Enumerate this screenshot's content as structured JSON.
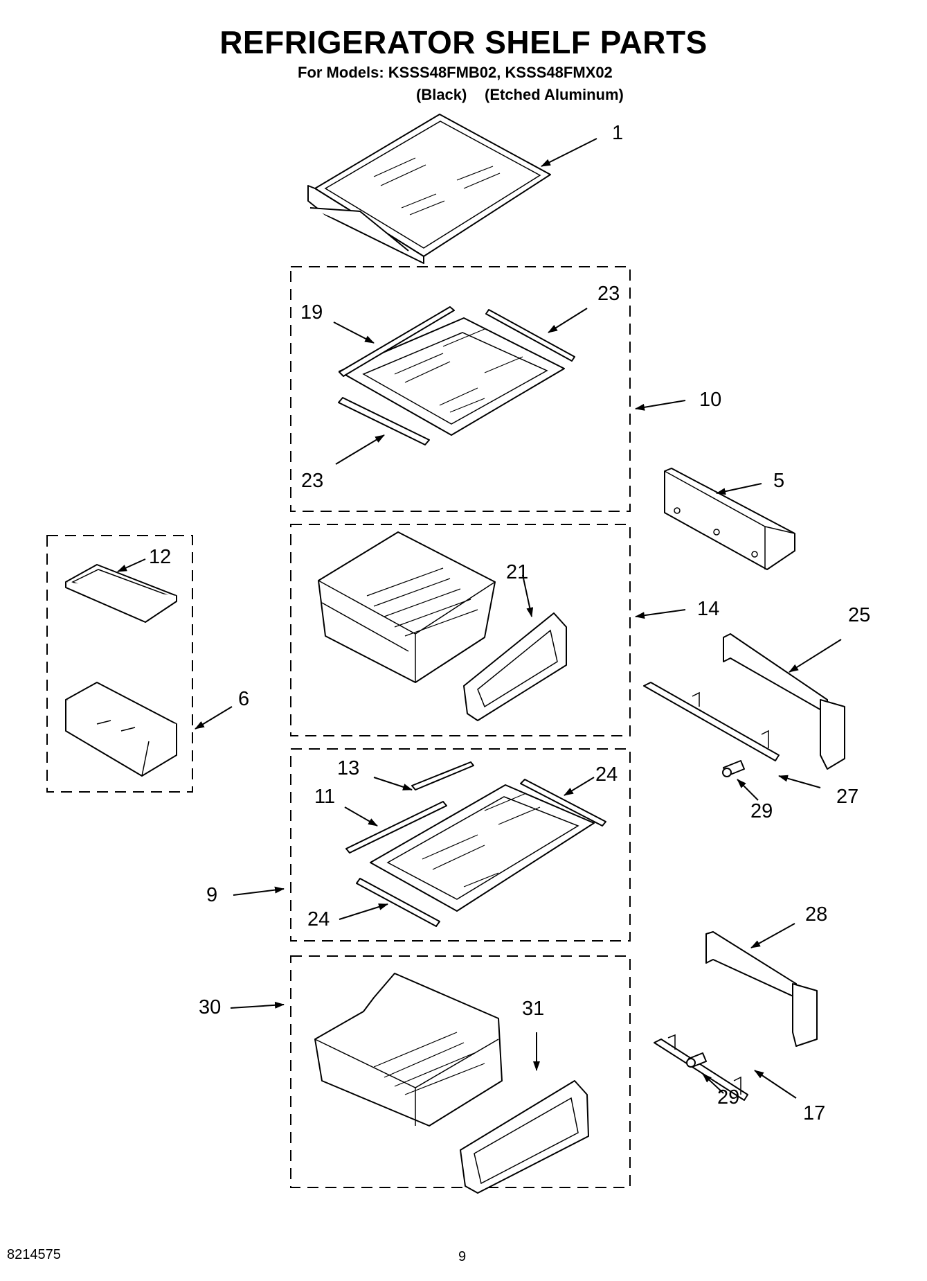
{
  "header": {
    "title": "REFRIGERATOR SHELF PARTS",
    "models_line": "For Models: KSSS48FMB02, KSSS48FMX02",
    "color_black": "(Black)",
    "color_etched": "(Etched Aluminum)"
  },
  "callouts": {
    "c1": "1",
    "c19": "19",
    "c23a": "23",
    "c23b": "23",
    "c10": "10",
    "c5": "5",
    "c12": "12",
    "c21": "21",
    "c14": "14",
    "c25": "25",
    "c6": "6",
    "c13": "13",
    "c24a": "24",
    "c11": "11",
    "c29a": "29",
    "c27": "27",
    "c9": "9",
    "c24b": "24",
    "c28": "28",
    "c30": "30",
    "c31": "31",
    "c29b": "29",
    "c17": "17"
  },
  "footer": {
    "doc_number": "8214575",
    "page_number": "9"
  }
}
